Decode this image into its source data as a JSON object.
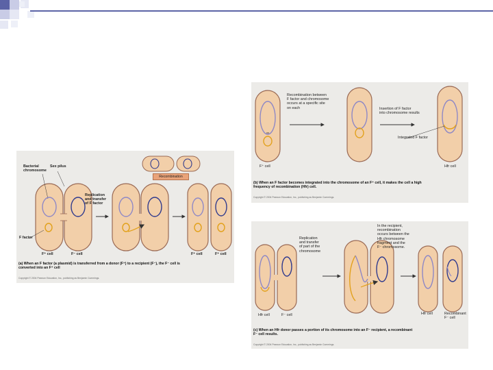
{
  "slide": {
    "accent_color": "#5b63a6",
    "cell_fill": "#f2cfa9",
    "cell_stroke": "#9a6a55",
    "f_factor_color": "#e2a11c",
    "chromosome_purple": "#8e88c6",
    "chromosome_navy": "#2f3a8e"
  },
  "panel_a": {
    "bacterial_chromosome": "Bacterial\nchromosome",
    "sex_pilus": "Sex pilus",
    "recombination": "Recombination",
    "replication": "Replication\nand transfer\nof F factor",
    "f_factor": "F factor",
    "f_plus_cell": "F⁺ cell",
    "f_minus_cell": "F⁻ cell",
    "f_plus_cell_2": "F⁺ cell",
    "f_plus_cell_3": "F⁺ cell",
    "caption": "(a) When an F factor (a plasmid) is transferred from a donor (F⁺) to a recipient (F⁻), the F⁻ cell is\nconverted into an F⁺ cell",
    "copyright": "Copyright © 2004 Pearson Education, Inc., publishing as Benjamin Cummings."
  },
  "panel_b": {
    "recombination_text": "Recombination between\nF factor and chromosome\noccurs at a specific site\non each",
    "insertion_text": "Insertion of F factor\ninto chromosome results",
    "integrated": "Integrated F factor",
    "f_plus_cell": "F⁺ cell",
    "hfr_cell": "Hfr cell",
    "caption": "(b) When an F factor becomes integrated into the chromosome of an F⁺ cell, it makes the cell a high\nfrequency of recombination (Hfr) cell.",
    "copyright": "Copyright © 2004 Pearson Education, Inc., publishing as Benjamin Cummings."
  },
  "panel_c": {
    "recipient_text": "In the recipient,\nrecombination\noccurs between the\nHfr chromosome\nfragment and the\nF⁻ chromosome.",
    "replication_text": "Replication\nand transfer\nof part of the\nchromosome",
    "hfr_cell": "Hfr cell",
    "f_minus_cell": "F⁻ cell",
    "hfr_cell_2": "Hfr cell",
    "recombinant": "Recombinant\nF⁻ cell",
    "caption": "(c) When an Hfr donor passes a portion of its chromosome into an F⁻ recipient, a recombinant\nF⁻ cell results.",
    "copyright": "Copyright © 2004 Pearson Education, Inc., publishing as Benjamin Cummings."
  }
}
